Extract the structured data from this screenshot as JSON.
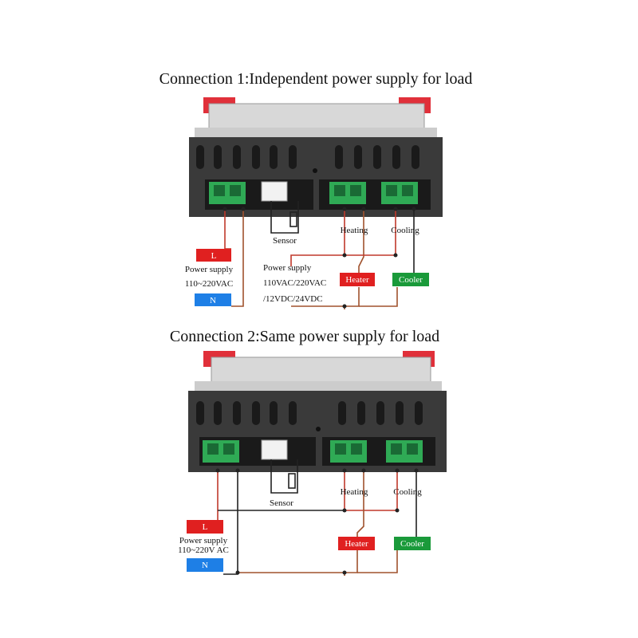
{
  "diagrams": [
    {
      "title": "Connection 1:Independent power supply for load",
      "sensor_label": "Sensor",
      "heating_label": "Heating",
      "cooling_label": "Cooling",
      "line_label": "L",
      "neutral_label": "N",
      "power_label": "Power supply",
      "power_voltage": "110~220VAC",
      "load_power_label": "Power supply",
      "load_voltage_1": "110VAC/220VAC",
      "load_voltage_2": "/12VDC/24VDC",
      "heater_label": "Heater",
      "cooler_label": "Cooler"
    },
    {
      "title": "Connection 2:Same power supply for load",
      "sensor_label": "Sensor",
      "heating_label": "Heating",
      "cooling_label": "Cooling",
      "line_label": "L",
      "neutral_label": "N",
      "power_label": "Power supply",
      "power_voltage": "110~220V AC",
      "heater_label": "Heater",
      "cooler_label": "Cooler"
    }
  ],
  "colors": {
    "line": "#e02020",
    "neutral": "#1e7fe6",
    "heater": "#e02020",
    "cooler": "#1a9a3a",
    "wire_red": "#c0392b",
    "wire_brown": "#a0522d",
    "wire_black": "#222222",
    "terminal": "#2faa55",
    "body": "#3a3a3a"
  }
}
